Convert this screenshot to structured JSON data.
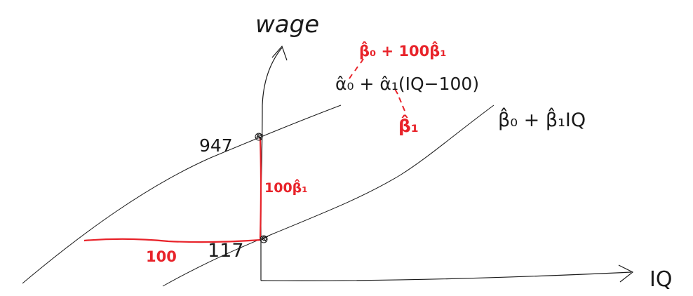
{
  "axes": {
    "y_label": "wage",
    "x_label": "IQ"
  },
  "labels": {
    "upper_line_formula": "α̂₀ + α̂₁(IQ−100)",
    "lower_line_formula": "β̂₀ + β̂₁IQ",
    "intercept_equivalence": "β̂₀ + 100β̂₁",
    "slope_equivalence": "β̂₁",
    "vertical_gap": "100β̂₁",
    "horizontal_gap": "100",
    "upper_point_value": "947",
    "lower_point_value": "117"
  },
  "colors": {
    "ink": "#1a1a1a",
    "annotation": "#e8232a",
    "background": "#ffffff"
  }
}
